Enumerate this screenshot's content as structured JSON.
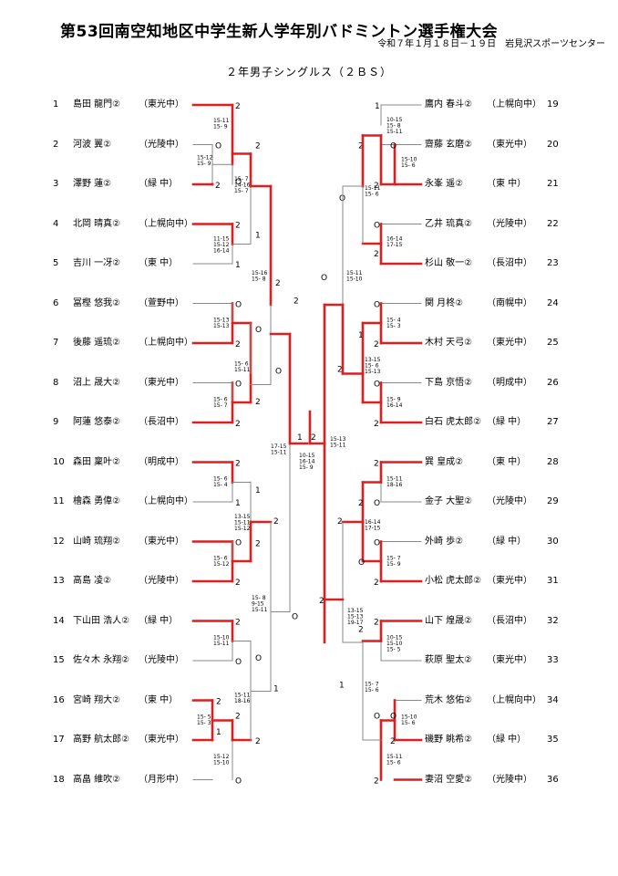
{
  "header": {
    "title": "第53回南空知地区中学生新人学年別バドミントン選手権大会",
    "subtitle": "令和７年１月１８日－１９日　岩見沢スポーツセンター",
    "event": "２年男子シングルス（２ＢＳ）"
  },
  "players_left": [
    {
      "num": "1",
      "name": "島田 龍門②",
      "team": "（東光中）"
    },
    {
      "num": "2",
      "name": "河波 翼②",
      "team": "（光陵中）"
    },
    {
      "num": "3",
      "name": "澤野 蓮②",
      "team": "（緑 中）"
    },
    {
      "num": "4",
      "name": "北岡 晴真②",
      "team": "（上幌向中）"
    },
    {
      "num": "5",
      "name": "吉川 一冴②",
      "team": "（東 中）"
    },
    {
      "num": "6",
      "name": "冨樫 悠我②",
      "team": "（萱野中）"
    },
    {
      "num": "7",
      "name": "後藤 遥琉②",
      "team": "（上幌向中）"
    },
    {
      "num": "8",
      "name": "沼上 晟大②",
      "team": "（東光中）"
    },
    {
      "num": "9",
      "name": "阿蓮 悠泰②",
      "team": "（長沼中）"
    },
    {
      "num": "10",
      "name": "森田 稟叶②",
      "team": "（明成中）"
    },
    {
      "num": "11",
      "name": "檜森 勇偉②",
      "team": "（上幌向中）"
    },
    {
      "num": "12",
      "name": "山崎 琉翔②",
      "team": "（東光中）"
    },
    {
      "num": "13",
      "name": "高島 凌②",
      "team": "（光陵中）"
    },
    {
      "num": "14",
      "name": "下山田 浩人②",
      "team": "（緑 中）"
    },
    {
      "num": "15",
      "name": "佐々木 永翔②",
      "team": "（光陵中）"
    },
    {
      "num": "16",
      "name": "宮崎 翔大②",
      "team": "（東 中）"
    },
    {
      "num": "17",
      "name": "高野 航太郎②",
      "team": "（東光中）"
    },
    {
      "num": "18",
      "name": "高畠 維吹②",
      "team": "（月形中）"
    }
  ],
  "players_right": [
    {
      "num": "19",
      "name": "鷹内 春斗②",
      "team": "（上幌向中）"
    },
    {
      "num": "20",
      "name": "齋藤 玄磨②",
      "team": "（東光中）"
    },
    {
      "num": "21",
      "name": "永峯 遥②",
      "team": "（東 中）"
    },
    {
      "num": "22",
      "name": "乙井 琉真②",
      "team": "（光陵中）"
    },
    {
      "num": "23",
      "name": "杉山 敬一②",
      "team": "（長沼中）"
    },
    {
      "num": "24",
      "name": "関 月柊②",
      "team": "（南幌中）"
    },
    {
      "num": "25",
      "name": "木村 天弓②",
      "team": "（東光中）"
    },
    {
      "num": "26",
      "name": "下島 京悟②",
      "team": "（明成中）"
    },
    {
      "num": "27",
      "name": "白石 虎太郎②",
      "team": "（緑 中）"
    },
    {
      "num": "28",
      "name": "巽 皇成②",
      "team": "（東 中）"
    },
    {
      "num": "29",
      "name": "金子 大聖②",
      "team": "（光陵中）"
    },
    {
      "num": "30",
      "name": "外崎 歩②",
      "team": "（緑 中）"
    },
    {
      "num": "31",
      "name": "小松 虎太郎②",
      "team": "（東光中）"
    },
    {
      "num": "32",
      "name": "山下 煌晟②",
      "team": "（長沼中）"
    },
    {
      "num": "33",
      "name": "萩原 聖太②",
      "team": "（東光中）"
    },
    {
      "num": "34",
      "name": "荒木 悠佑②",
      "team": "（上幌向中）"
    },
    {
      "num": "35",
      "name": "磯野 眺希②",
      "team": "（緑 中）"
    },
    {
      "num": "36",
      "name": "妻沼 空愛②",
      "team": "（光陵中）"
    }
  ],
  "match_scores": [
    {
      "id": "L1-2",
      "lines": [
        "15-11",
        "15- 9"
      ]
    },
    {
      "id": "L2-3",
      "lines": [
        "15-12",
        "15- 9"
      ]
    },
    {
      "id": "L1-3",
      "lines": [
        "15- 7",
        "14-16",
        "15- 7"
      ]
    },
    {
      "id": "L4-5",
      "lines": [
        "11-15",
        "15-12",
        "16-14"
      ]
    },
    {
      "id": "L1-4",
      "lines": [
        "15-16",
        "15- 8"
      ]
    },
    {
      "id": "L6-7",
      "lines": [
        "15-13",
        "15-13"
      ]
    },
    {
      "id": "L8-9",
      "lines": [
        "15- 6",
        "15- 7"
      ]
    },
    {
      "id": "L7-9",
      "lines": [
        "15- 6",
        "15-11"
      ]
    },
    {
      "id": "L10-11",
      "lines": [
        "15- 6",
        "15- 4"
      ]
    },
    {
      "id": "L12-13",
      "lines": [
        "15- 6",
        "15-12"
      ]
    },
    {
      "id": "L10-13",
      "lines": [
        "13-15",
        "15-11",
        "15-12"
      ]
    },
    {
      "id": "L14-15",
      "lines": [
        "15-10",
        "15-11"
      ]
    },
    {
      "id": "L16-17",
      "lines": [
        "15- 5",
        "15- 3"
      ]
    },
    {
      "id": "L17-18",
      "lines": [
        "15-12",
        "15-10"
      ]
    },
    {
      "id": "L15-17",
      "lines": [
        "15-11",
        "18-16"
      ]
    },
    {
      "id": "L13-17",
      "lines": [
        "15- 8",
        "9-15",
        "15-11"
      ]
    },
    {
      "id": "L-semi",
      "lines": [
        "17-15",
        "15-11"
      ]
    },
    {
      "id": "F",
      "lines": [
        "10-15",
        "16-14",
        "15- 9"
      ]
    },
    {
      "id": "R19-20",
      "lines": [
        "10-15",
        "15- 8",
        "15-11"
      ]
    },
    {
      "id": "R20-21",
      "lines": [
        "15-10",
        "15- 6"
      ]
    },
    {
      "id": "R20-23",
      "lines": [
        "15-11",
        "15- 6"
      ]
    },
    {
      "id": "R22-23",
      "lines": [
        "16-14",
        "17-15"
      ]
    },
    {
      "id": "R24-25",
      "lines": [
        "15- 4",
        "15- 3"
      ]
    },
    {
      "id": "R26-27",
      "lines": [
        "15- 9",
        "16-14"
      ]
    },
    {
      "id": "R25-27",
      "lines": [
        "13-15",
        "15- 6",
        "15-13"
      ]
    },
    {
      "id": "R21-27",
      "lines": [
        "15-11",
        "15-10"
      ]
    },
    {
      "id": "R28-29",
      "lines": [
        "15-11",
        "18-16"
      ]
    },
    {
      "id": "R30-31",
      "lines": [
        "15- 7",
        "15- 9"
      ]
    },
    {
      "id": "R28-31",
      "lines": [
        "16-14",
        "17-15"
      ]
    },
    {
      "id": "R32-33",
      "lines": [
        "10-15",
        "15-10",
        "15- 5"
      ]
    },
    {
      "id": "R35-36",
      "lines": [
        "15-10",
        "15- 6"
      ]
    },
    {
      "id": "R34-35",
      "lines": [
        "15- 7",
        "15- 6"
      ]
    },
    {
      "id": "R36-x",
      "lines": [
        "15-11",
        "15- 6"
      ]
    },
    {
      "id": "R31-36",
      "lines": [
        "13-15",
        "15-13",
        "19-17"
      ]
    },
    {
      "id": "R-semi",
      "lines": [
        "15-13",
        "15-11"
      ]
    }
  ],
  "colors": {
    "winner": "#dd1f1f",
    "loser": "#888888"
  }
}
